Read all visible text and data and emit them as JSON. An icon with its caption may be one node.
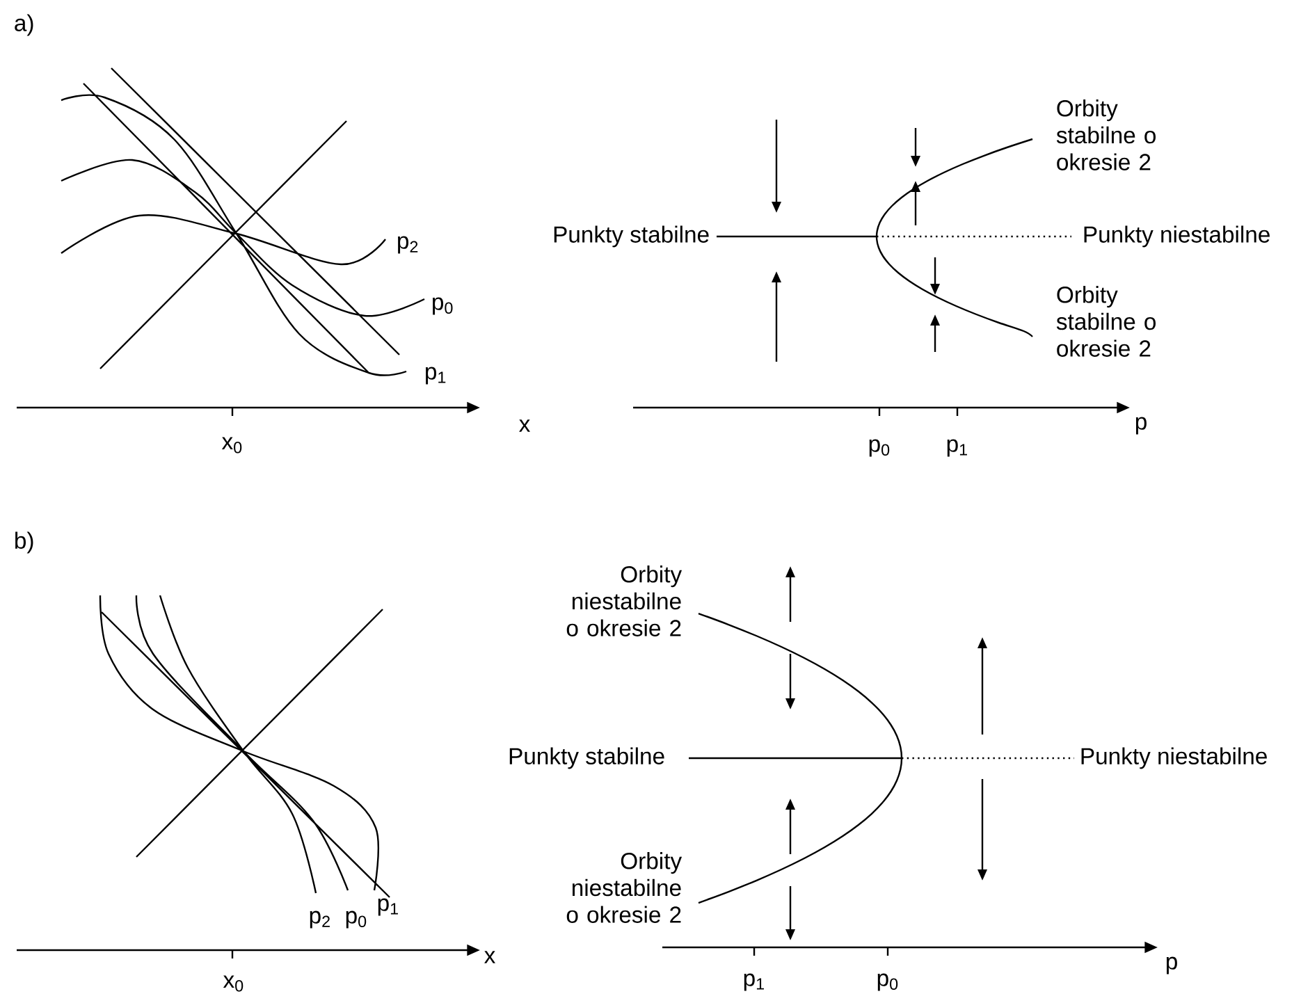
{
  "diagram": {
    "labels": [
      "a)",
      "Orbity stabilne o okresie 2",
      "p$_{2}$",
      "Punkty stabilne",
      "Punkty niestabilne",
      "p$_{0}$",
      "Orbity stabilne o okresie 2",
      "p$_{1}$",
      "x",
      "x$_{0}$",
      "p$_{0}$",
      "p$_{1}$",
      "p",
      "b)",
      "Orbity niestabilne o okresie 2",
      "Punkty stabilne",
      "Punkty niestabilne",
      "Orbity niestabilne o okresie 2",
      "p$_{2}$",
      "p$_{0}$",
      "p$_{1}$",
      "x",
      "x$_{0}$",
      "p$_{1}$",
      "p$_{0}$",
      "p"
    ]
  }
}
